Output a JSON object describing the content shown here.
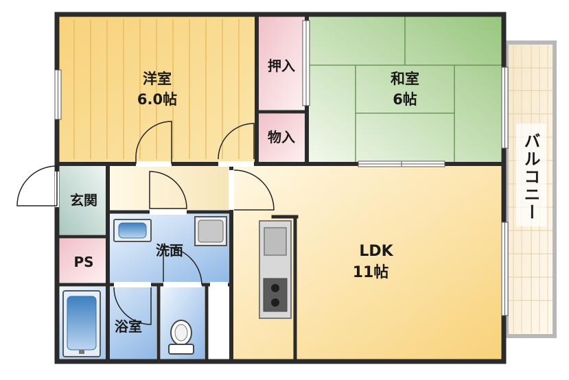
{
  "rooms": {
    "western": {
      "name": "洋室",
      "size": "6.0帖"
    },
    "japanese": {
      "name": "和室",
      "size": "6帖"
    },
    "ldk": {
      "name": "LDK",
      "size": "11帖"
    },
    "oshiire": {
      "name": "押入"
    },
    "monoire": {
      "name": "物入"
    },
    "entrance": {
      "name": "玄関"
    },
    "ps": {
      "name": "PS"
    },
    "washroom": {
      "name": "洗面"
    },
    "bathroom": {
      "name": "浴室"
    },
    "balcony": {
      "name": "バルコニー"
    }
  },
  "colors": {
    "wall": "#2b2b2b",
    "western_floor": "#f9dc8c",
    "japanese_floor": "#a8d08d",
    "ldk_floor": "#fbe8a8",
    "closet": "#f2c9cf",
    "wet_area": "#a9c9ec",
    "entrance": "#c3d8d2"
  }
}
